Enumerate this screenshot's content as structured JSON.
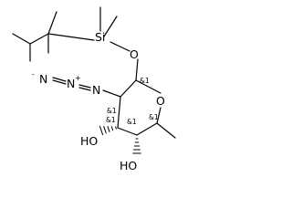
{
  "atoms": {
    "si": "Si",
    "o_silyl": "O",
    "o_ring": "O",
    "n_terminal": "N",
    "n_middle": "N",
    "n_inner": "N",
    "oh_left_o": "HO",
    "oh_bottom_o": "HO",
    "charge_minus": "-",
    "charge_plus": "+"
  },
  "stereo_labels": {
    "c1": "&1",
    "c2": "&1",
    "c3": "&1",
    "c4": "&1",
    "c5": "&1"
  }
}
